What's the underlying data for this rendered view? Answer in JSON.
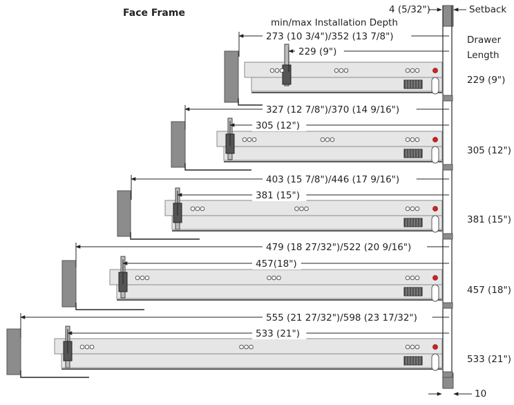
{
  "labels": {
    "face_frame": "Face Frame",
    "setback_value": "4 (5/32\")",
    "setback": "Setback",
    "min_max_1": "min/max Installation Depth",
    "drawer_1": "Drawer",
    "drawer_2": "Length",
    "bottom_ten": "10"
  },
  "rows": [
    {
      "minmax": "273 (10 3/4\")/352 (13 7/8\")",
      "runner": "229 (9\")",
      "length": "229 (9\")"
    },
    {
      "minmax": "327 (12 7/8\")/370 (14 9/16\")",
      "runner": "305 (12\")",
      "length": "305 (12\")"
    },
    {
      "minmax": "403 (15 7/8\")/446 (17 9/16\")",
      "runner": "381 (15\")",
      "length": "381 (15\")"
    },
    {
      "minmax": "479 (18 27/32\")/522 (20 9/16\")",
      "runner": "457(18\")",
      "length": "457 (18\")"
    },
    {
      "minmax": "555 (21 27/32\")/598 (23 17/32\")",
      "runner": "533 (21\")",
      "length": "533 (21\")"
    }
  ],
  "colors": {
    "line": "#222222",
    "runner_fill": "#e6e6e6",
    "runner_edge": "#8a8a8a",
    "frame_fill": "#8c8c8c",
    "red_dot": "#cc2222"
  }
}
